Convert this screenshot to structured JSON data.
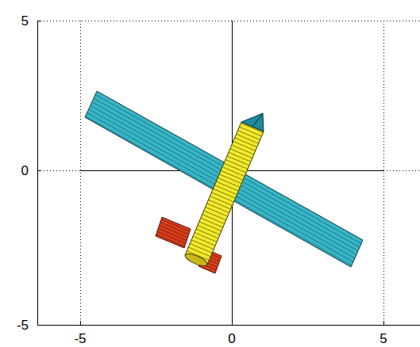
{
  "diagram": {
    "labels": [
      "5",
      "0",
      "-5",
      "-5",
      "0",
      "5"
    ]
  }
}
